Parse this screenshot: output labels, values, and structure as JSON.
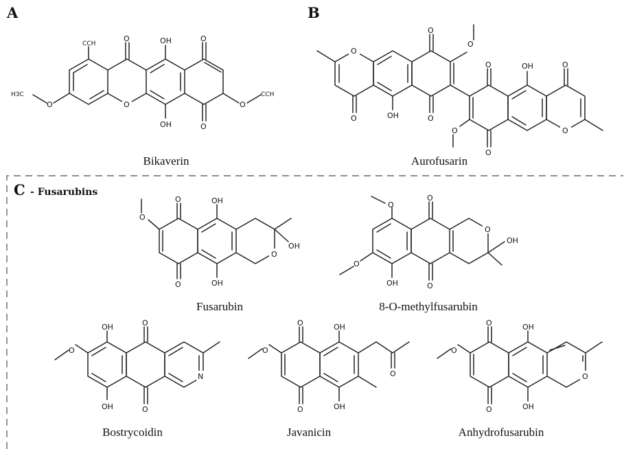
{
  "panels": {
    "a": {
      "letter": "A",
      "compound": "Bikaverin"
    },
    "b": {
      "letter": "B",
      "compound": "Aurofusarin"
    },
    "c": {
      "letter": "C",
      "title": "- Fusarubins",
      "compounds": [
        "Fusarubin",
        "8-O-methylfusarubin",
        "Bostrycoidin",
        "Javanicin",
        "Anhydrofusarubin"
      ]
    }
  },
  "atoms": {
    "oh": "OH",
    "o": "O",
    "n": "N",
    "ch3": "CH",
    "h3c": "H",
    "three": "3",
    "c": "C"
  },
  "colors": {
    "ink": "#111111",
    "frame": "#666666"
  }
}
